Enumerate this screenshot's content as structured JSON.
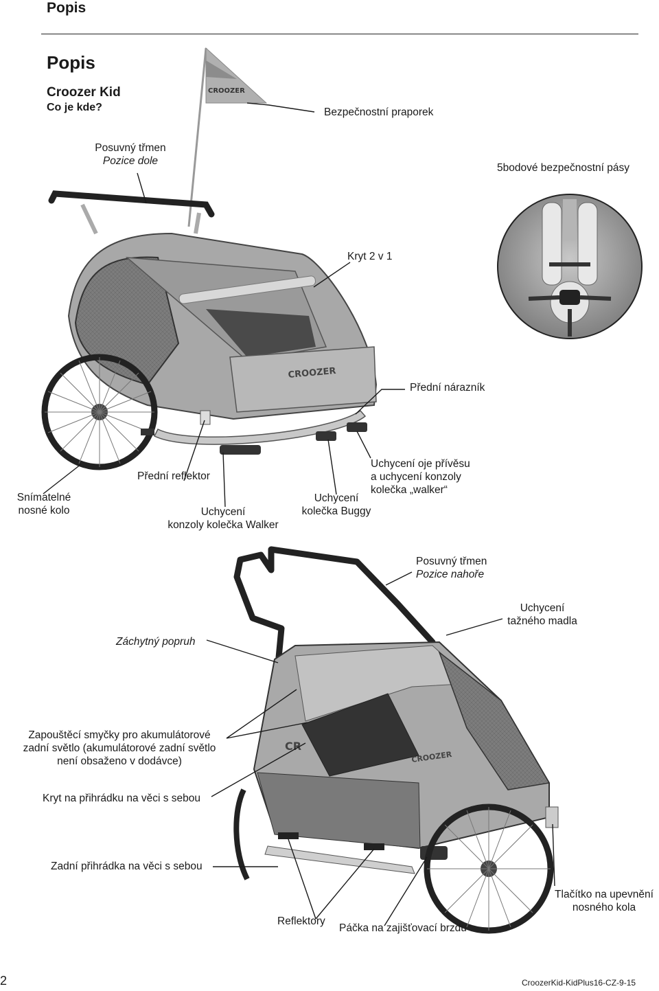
{
  "header": {
    "section": "Popis"
  },
  "page": {
    "title": "Popis",
    "product": "Croozer Kid",
    "question": "Co je kde?"
  },
  "labels": {
    "safety_flag": "Bezpečnostní praporek",
    "push_bar_low": "Posuvný třmen",
    "push_bar_low_pos": "Pozice dole",
    "harness": "5bodové bezpečnostní pásy",
    "cover": "Kryt 2 v 1",
    "front_bumper": "Přední nárazník",
    "hitch_1": "Uchycení oje přívěsu",
    "hitch_2": "a uchycení konzoly",
    "hitch_3": "kolečka „walker“",
    "wheel_1": "Snímatelné",
    "wheel_2": "nosné kolo",
    "front_reflector": "Přední reflektor",
    "walker_mount_1": "Uchycení",
    "walker_mount_2": "konzoly kolečka Walker",
    "buggy_mount_1": "Uchycení",
    "buggy_mount_2": "kolečka Buggy",
    "push_bar_high": "Posuvný třmen",
    "push_bar_high_pos": "Pozice nahoře",
    "tow_mount_1": "Uchycení",
    "tow_mount_2": "tažného madla",
    "safety_strap": "Záchytný popruh",
    "loops_1": "Zapouštěcí smyčky pro akumulátorové",
    "loops_2": "zadní světlo (akumulátorové zadní světlo",
    "loops_3": "není obsaženo v dodávce)",
    "storage_cover": "Kryt na přihrádku na věci s sebou",
    "rear_storage": "Zadní přihrádka na věci s sebou",
    "reflectors": "Reflektory",
    "brake_lever": "Páčka na zajišťovací brzdu",
    "release_button_1": "Tlačítko na upevnění",
    "release_button_2": "nosného kola"
  },
  "photos": {
    "front_brand": "CROOZER",
    "flag_brand": "CROOZER",
    "rear_brand": "CROOZER",
    "rear_badge": "CR"
  },
  "footer": {
    "page_number": "2",
    "doc_code": "CroozerKid-KidPlus16-CZ-9-15"
  }
}
